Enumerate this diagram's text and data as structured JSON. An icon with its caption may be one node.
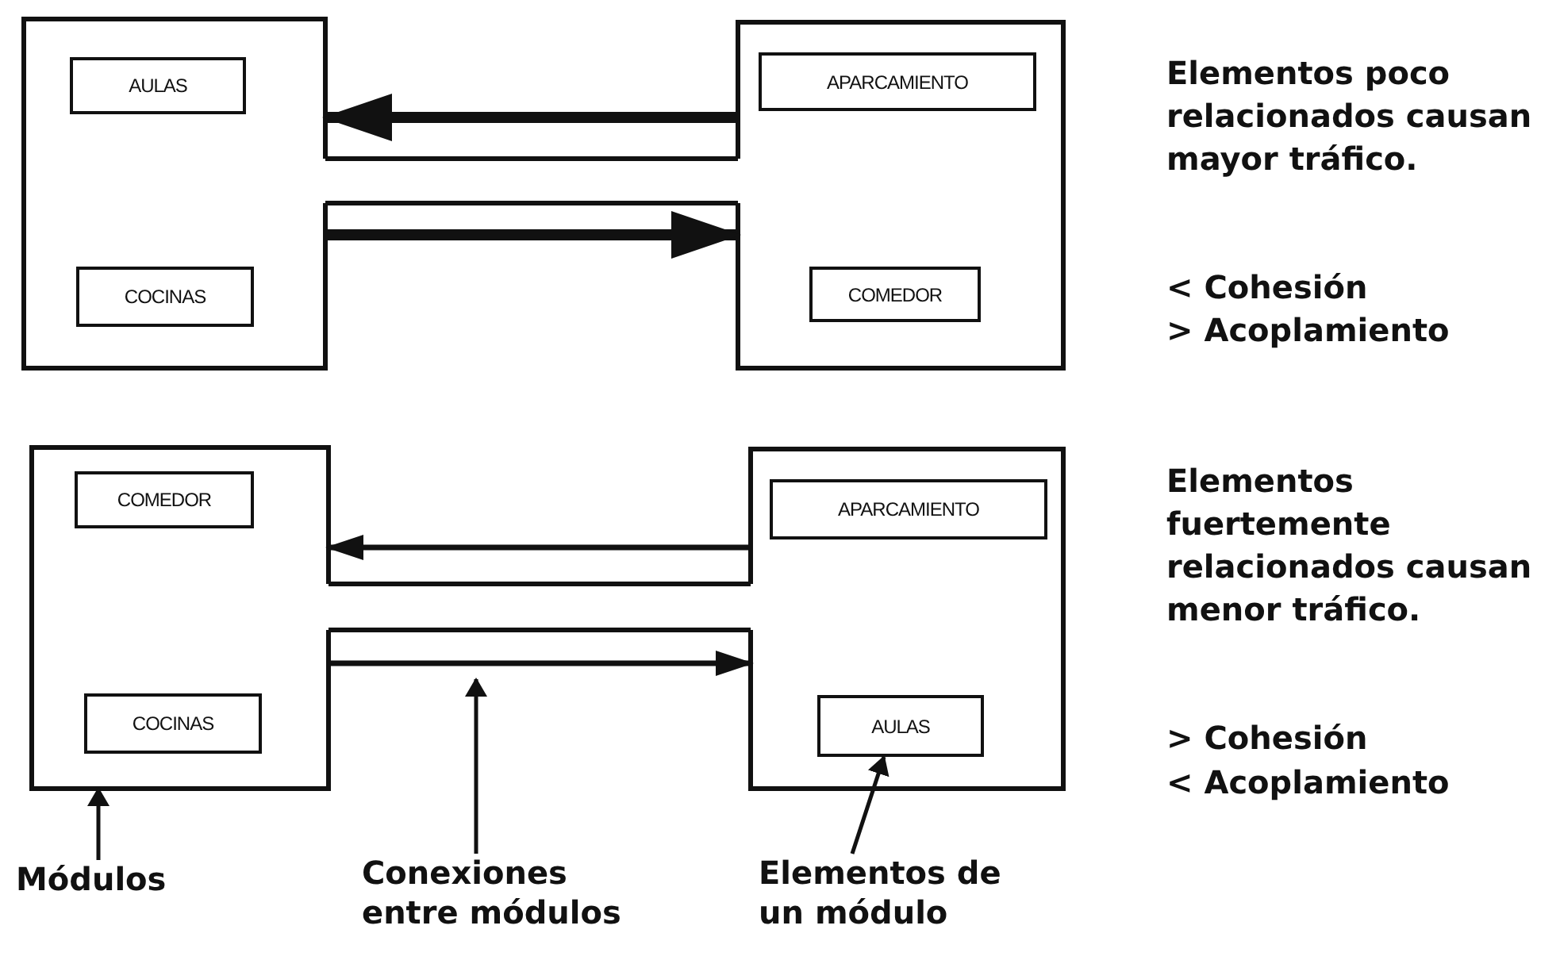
{
  "diagram": {
    "nodes": [
      {
        "text": [],
        "shape": "box"
      },
      {
        "text": [
          "AULAS"
        ],
        "in": 0
      },
      {
        "text": [
          "COCINAS"
        ],
        "in": 0
      },
      {
        "text": [],
        "shape": "box"
      },
      {
        "text": [
          "APARCAMIENTO"
        ],
        "in": 3
      },
      {
        "text": [
          "COMEDOR"
        ],
        "in": 3
      },
      {
        "text": [],
        "shape": "box"
      },
      {
        "text": [
          "COMEDOR"
        ],
        "in": 6
      },
      {
        "text": [
          "COCINAS"
        ],
        "in": 6
      },
      {
        "text": [],
        "shape": "box"
      },
      {
        "text": [
          "APARCAMIENTO"
        ],
        "in": 9
      },
      {
        "text": [
          "AULAS"
        ],
        "in": 9
      },
      {
        "text": [
          "Módulos"
        ]
      },
      {
        "text": [
          "Conexiones entre módulos"
        ]
      },
      {
        "text": [
          "Elementos de un módulo"
        ]
      }
    ],
    "edges": [
      {
        "from": 3,
        "to": 0,
        "arrow": "to",
        "style": "thick"
      },
      {
        "from": 0,
        "to": 3,
        "arrow": "to",
        "style": "thick"
      },
      {
        "from": 9,
        "to": 6,
        "arrow": "to"
      },
      {
        "from": 6,
        "to": 9,
        "arrow": "to"
      },
      {
        "from": 12,
        "to": 6,
        "arrow": "to"
      },
      {
        "from": 13,
        "to": null,
        "arrow": "to"
      },
      {
        "from": 14,
        "to": 11,
        "arrow": "to"
      }
    ],
    "labels": [
      "Elementos poco relacionados causan mayor tráfico.",
      "< Cohesión",
      "> Acoplamiento",
      "Elementos fuertemente relacionados causan menor tráfico.",
      "> Cohesión",
      "< Acoplamiento"
    ]
  }
}
